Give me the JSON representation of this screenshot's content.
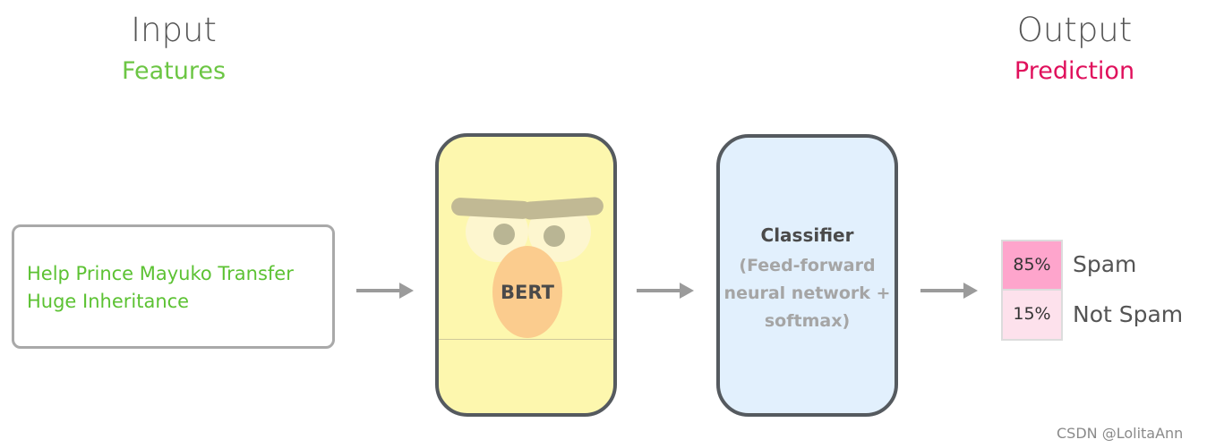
{
  "input": {
    "title": "Input",
    "subtitle": "Features",
    "subtitle_color": "#6cc644",
    "text_line1": "Help Prince Mayuko Transfer",
    "text_line2": "Huge Inheritance"
  },
  "model": {
    "label": "BERT"
  },
  "classifier": {
    "title": "Classifier",
    "line1": "(Feed-forward",
    "line2": "neural network +",
    "line3": "softmax)"
  },
  "output": {
    "title": "Output",
    "subtitle": "Prediction",
    "subtitle_color": "#e0105c",
    "predictions": [
      {
        "value": "85%",
        "label": "Spam",
        "color": "#fea5cc"
      },
      {
        "value": "15%",
        "label": "Not Spam",
        "color": "#fde1ec"
      }
    ]
  },
  "watermark": "CSDN @LolitaAnn",
  "icons": [
    "arrow-right-icon"
  ]
}
